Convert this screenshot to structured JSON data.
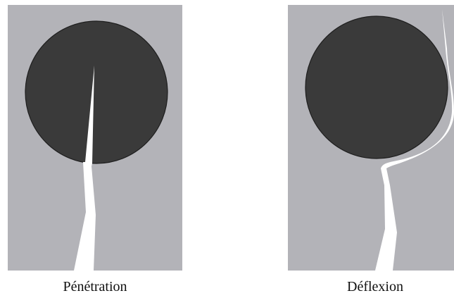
{
  "panels": [
    {
      "id": "penetration",
      "caption": "Pénétration"
    },
    {
      "id": "deflection",
      "caption": "Déflexion"
    }
  ],
  "colors": {
    "matrix": "#b3b3b8",
    "particle": "#3a3a3a",
    "particle_outline": "#1e1e1e",
    "crack": "#ffffff"
  }
}
